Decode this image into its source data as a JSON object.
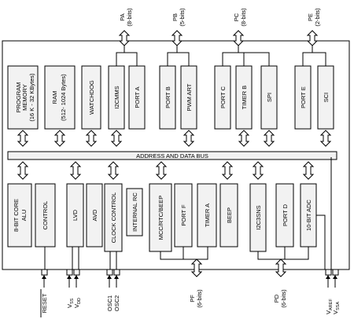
{
  "blocks": {
    "program_memory_title": "PROGRAM",
    "program_memory_title2": "MEMORY",
    "program_memory_size": "(16 K - 32 KBytes)",
    "ram_title": "RAM",
    "ram_size": "(512- 1024 Bytes)",
    "watchdog": "WATCHDOG",
    "i2cmms": "I2CMMS",
    "port_a": "PORT A",
    "port_b": "PORT B",
    "pwm_art": "PWM ART",
    "port_c": "PORT C",
    "timer_b": "TIMER B",
    "spi": "SPI",
    "port_e": "PORT E",
    "sci": "SCI",
    "address_data_bus": "ADDRESS AND DATA BUS",
    "core_alu_1": "8-BIT CORE",
    "core_alu_2": "ALU",
    "control": "CONTROL",
    "lvd": "LVD",
    "avd": "AVD",
    "clock_control": "CLOCK CONTROL",
    "internal_rc": "INTERNAL RC",
    "mcc_rtc_beep": "MCC/RTC/BEEP",
    "port_f": "PORT F",
    "timer_a": "TIMER A",
    "beep": "BEEP",
    "i2c3sns": "I2C3SNS",
    "port_d": "PORT D",
    "adc": "10-BIT ADC"
  },
  "ports_top": {
    "pa": "PA",
    "pa_bits": "(8-bits)",
    "pb": "PB",
    "pb_bits": "(5-bits)",
    "pc": "PC",
    "pc_bits": "(8-bits)",
    "pe": "PE",
    "pe_bits": "(2-bits)"
  },
  "ports_bottom": {
    "pf": "PF",
    "pf_bits": "(6-bits)",
    "pd": "PD",
    "pd_bits": "(6-bits)"
  },
  "pins": {
    "reset": "RESET",
    "vss": "V",
    "vss_sub": "SS",
    "vdd": "V",
    "vdd_sub": "DD",
    "osc1": "OSC1",
    "osc2": "OSC2",
    "vref": "V",
    "vref_sub": "AREF",
    "vssa": "V",
    "vssa_sub": "SSA"
  }
}
